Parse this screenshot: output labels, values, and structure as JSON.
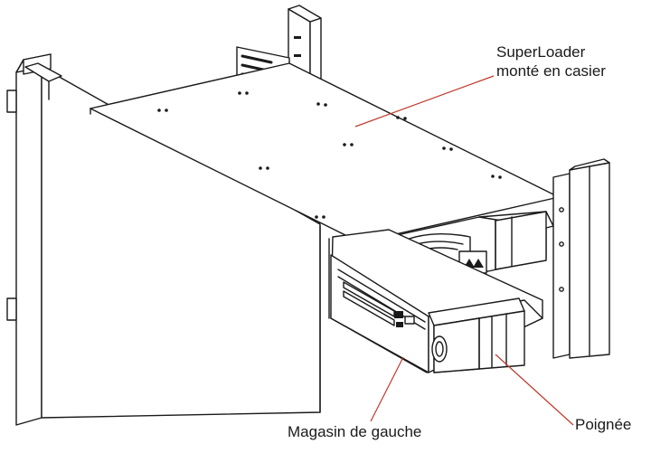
{
  "callouts": {
    "superloader_line1": "SuperLoader",
    "superloader_line2": "monté en casier",
    "left_magazine": "Magasin de gauche",
    "handle": "Poignée"
  },
  "colors": {
    "line": "#1a1a1a",
    "leader": "#c0392b",
    "background": "#ffffff"
  }
}
